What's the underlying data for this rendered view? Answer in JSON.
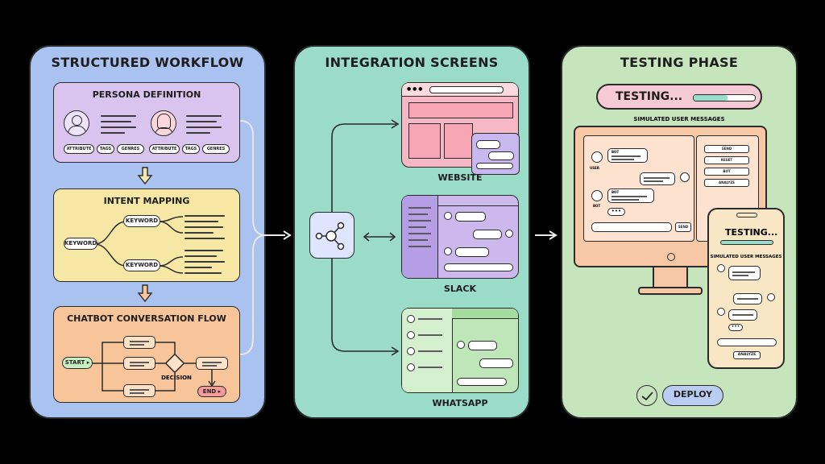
{
  "panels": {
    "structured": {
      "title": "STRUCTURED WORKFLOW",
      "persona": {
        "title": "PERSONA DEFINITION",
        "tags": [
          "ATTRIBUTE",
          "TAGS",
          "GENRES"
        ]
      },
      "intent": {
        "title": "INTENT MAPPING",
        "keywords": [
          "KEYWORD",
          "KEYWORD",
          "KEYWORD"
        ]
      },
      "flow": {
        "title": "CHATBOT CONVERSATION FLOW",
        "start": "START",
        "decision": "DECISION",
        "end": "END"
      }
    },
    "integration": {
      "title": "INTEGRATION SCREENS",
      "screens": [
        "WEBSITE",
        "SLACK",
        "WHATSAPP"
      ]
    },
    "testing": {
      "title": "TESTING PHASE",
      "status": "TESTING...",
      "simulated_label": "SIMULATED USER MESSAGES",
      "desktop": {
        "bot_label": "BOT",
        "user_label": "USER",
        "buttons": [
          "SEND",
          "RESET",
          "BOT",
          "ANALYZE"
        ],
        "send_label": "SEND"
      },
      "phone": {
        "status": "TESTING...",
        "simulated_label": "SIMULATED USER MESSAGES",
        "analyze_label": "ANALYZE"
      },
      "deploy_label": "DEPLOY"
    }
  },
  "colors": {
    "panel_blue": "#a9c2ef",
    "panel_teal": "#9bdcc8",
    "panel_green": "#c7e5bd",
    "persona": "#d9c4f0",
    "intent": "#f6e7a4",
    "flow": "#f8c49a",
    "website": "#f6b8c4",
    "slack": "#cdb8ee",
    "whatsapp": "#bfe6b8",
    "desktop": "#f6c8a6"
  }
}
